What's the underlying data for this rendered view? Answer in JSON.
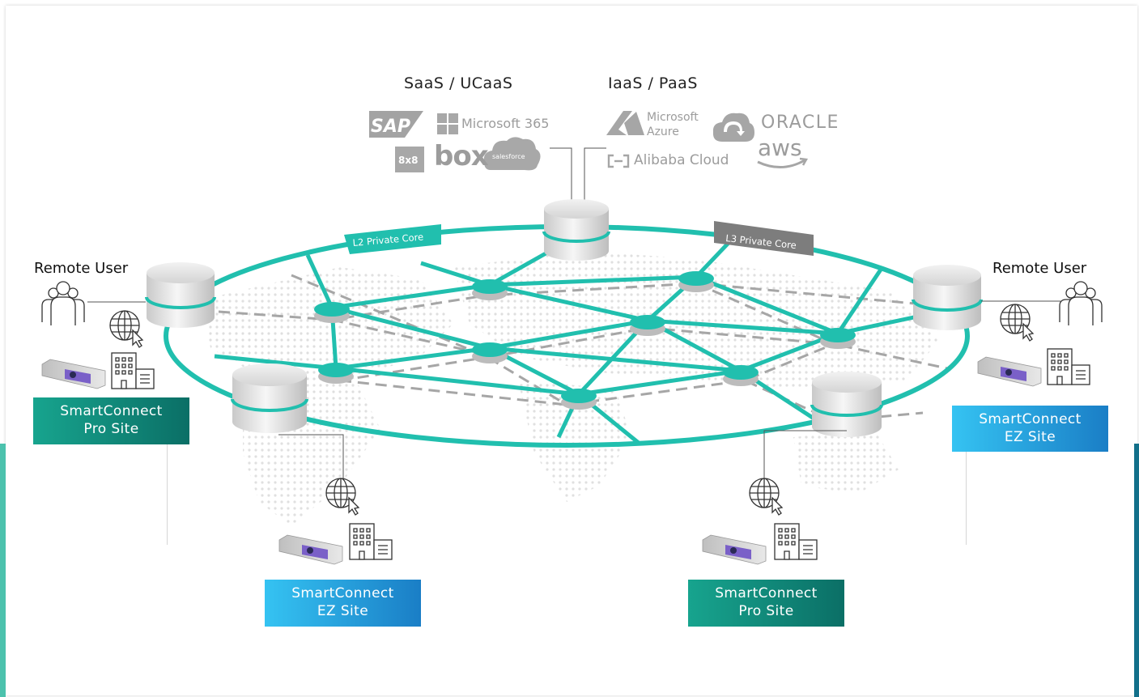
{
  "categories": {
    "saas": "SaaS /  UCaaS",
    "iaas": "IaaS / PaaS"
  },
  "saas_logos": {
    "sap": "SAP",
    "microsoft365": "Microsoft 365",
    "eightx8": "8x8",
    "box": "box",
    "salesforce": "salesforce"
  },
  "iaas_logos": {
    "azure_line1": "Microsoft",
    "azure_line2": "Azure",
    "oracle": "ORACLE",
    "aws": "aws",
    "alibaba": "Alibaba Cloud"
  },
  "cores": {
    "l2": "L2 Private Core",
    "l3": "L3 Private Core"
  },
  "remote_users": {
    "left": "Remote User",
    "right": "Remote User"
  },
  "sites": {
    "top_left": {
      "line1": "SmartConnect",
      "line2": "Pro Site",
      "type": "pro"
    },
    "top_right": {
      "line1": "SmartConnect",
      "line2": "EZ Site",
      "type": "ez"
    },
    "bottom_left": {
      "line1": "SmartConnect",
      "line2": "EZ Site",
      "type": "ez"
    },
    "bottom_right": {
      "line1": "SmartConnect",
      "line2": "Pro Site",
      "type": "pro"
    }
  },
  "colors": {
    "ring": "#21bfae",
    "pro_gradient": [
      "#17a48e",
      "#0b6f66"
    ],
    "ez_gradient": [
      "#35c3f2",
      "#1a7ec6"
    ],
    "l3_tag": "#7d7d7d",
    "logo_gray": "#9c9c9c"
  },
  "icons": [
    "server-icon",
    "hub-node-icon",
    "globe-cursor-icon",
    "building-icon",
    "users-group-icon",
    "edge-device-icon",
    "cloud-icon",
    "azure-icon",
    "sap-icon",
    "microsoft-grid-icon"
  ]
}
